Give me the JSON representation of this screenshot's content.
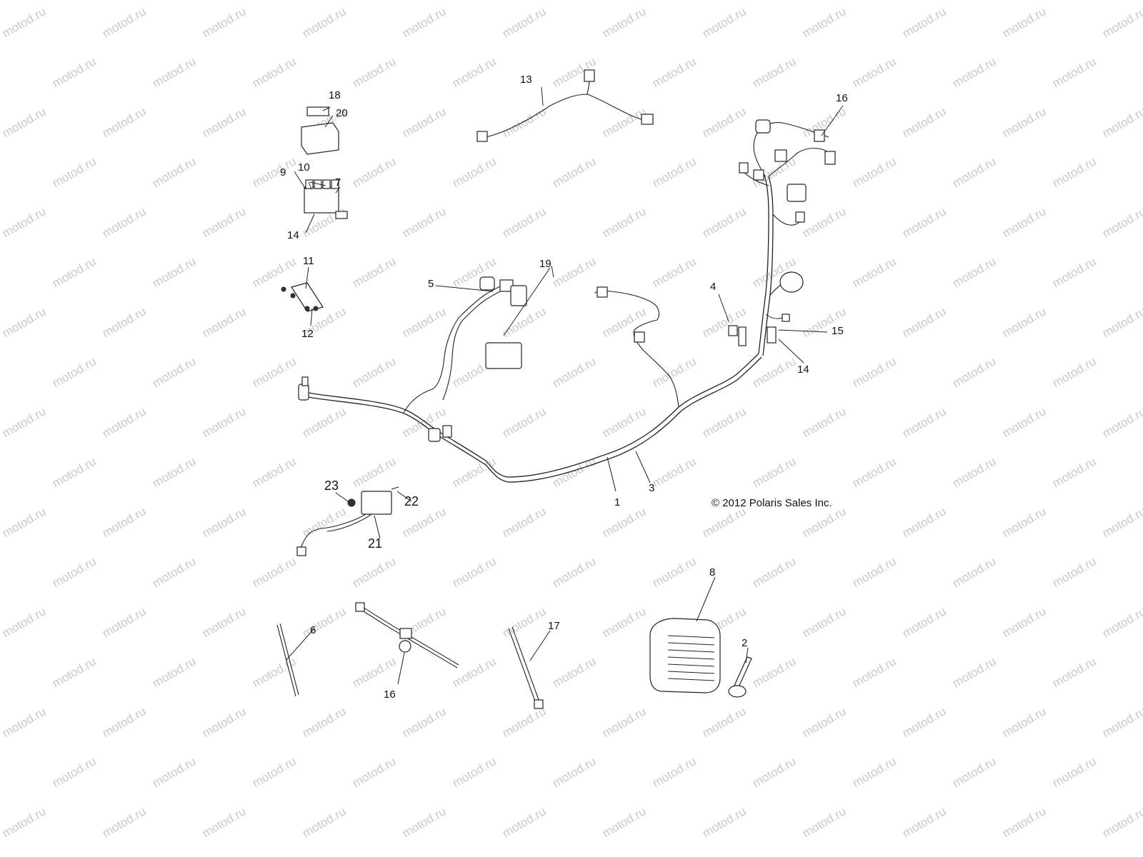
{
  "watermark": "motod.ru",
  "copyright": "© 2012 Polaris Sales Inc.",
  "callouts": {
    "c1": "1",
    "c2": "2",
    "c3": "3",
    "c4": "4",
    "c5": "5",
    "c6": "6",
    "c7": "7",
    "c8": "8",
    "c9": "9",
    "c10": "10",
    "c11": "11",
    "c12": "12",
    "c13": "13",
    "c14a": "14",
    "c14b": "14",
    "c15": "15",
    "c16a": "16",
    "c16b": "16",
    "c17": "17",
    "c18": "18",
    "c19": "19",
    "c20": "20",
    "c21": "21",
    "c22": "22",
    "c23": "23"
  },
  "colors": {
    "line": "#222222",
    "watermark": "#c9c9c9",
    "background": "#ffffff"
  }
}
